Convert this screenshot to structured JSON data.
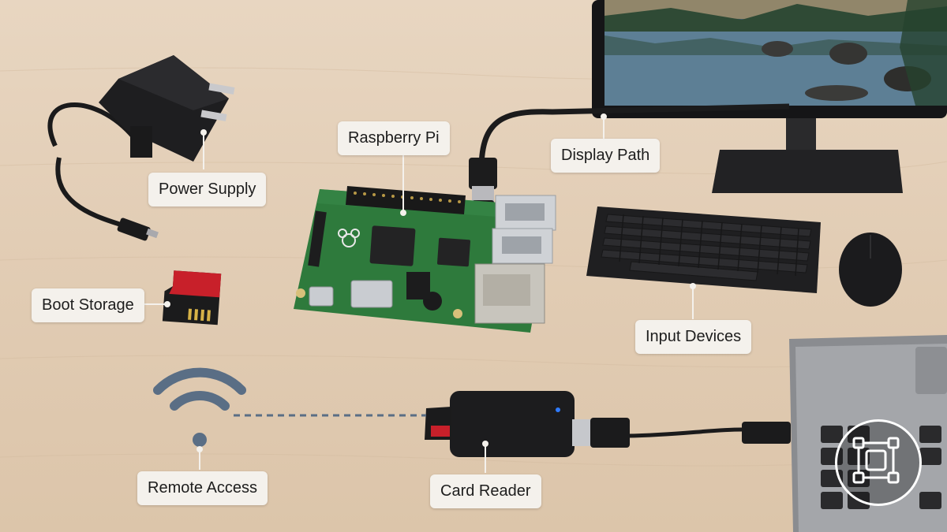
{
  "labels": {
    "raspberry_pi": "Raspberry Pi",
    "display_path": "Display Path",
    "power_supply": "Power Supply",
    "boot_storage": "Boot Storage",
    "input_devices": "Input Devices",
    "remote_access": "Remote Access",
    "card_reader": "Card Reader"
  },
  "colors": {
    "desk": "#e2cdb5",
    "label_bg": "#f4f1ec",
    "board": "#2e7a3c",
    "wifi": "#5a6e85",
    "sd_red": "#c8202a",
    "status_led": "#2f7bff"
  },
  "icons": [
    "wifi-icon",
    "raspberry-logo-icon",
    "app-badge-icon"
  ]
}
